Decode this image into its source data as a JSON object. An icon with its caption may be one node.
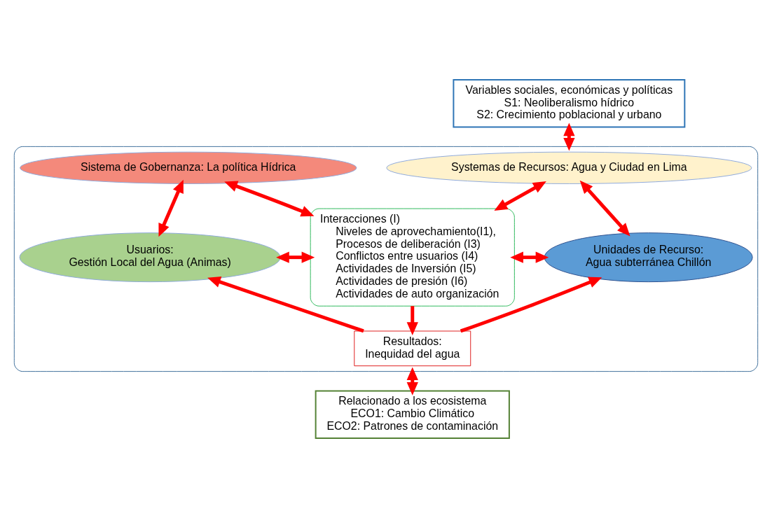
{
  "diagram": {
    "nodes": [
      {
        "text": [
          "Variables sociales, económicas y políticas",
          "S1: Neoliberalismo hídrico",
          "S2: Crecimiento poblacional y urbano"
        ]
      },
      {
        "text": [],
        "shape": "box"
      },
      {
        "text": [
          "Systemas de Recursos: Agua y Ciudad en Lima"
        ],
        "in": 1
      },
      {
        "text": [
          "Sistema de Gobernanza: La política Hídrica"
        ],
        "in": 1
      },
      {
        "text": [
          "Interacciones (I)",
          "Niveles de aprovechamiento(I1),",
          "Procesos de deliberación (I3)",
          "Conflictos entre usuarios (I4)",
          "Actividades de Inversión (I5)",
          "Actividades de presión (I6)",
          "Actividades de auto organización"
        ],
        "in": 1
      },
      {
        "text": [
          "Unidades de Recurso:",
          "Agua subterránea Chillón"
        ],
        "in": 1
      },
      {
        "text": [
          "Usuarios:",
          "Gestión Local del Agua (Animas)"
        ],
        "in": 1
      },
      {
        "text": [
          "Resultados:",
          "Inequidad del agua"
        ],
        "in": 1
      },
      {
        "text": [
          "Relacionado a los ecosistema",
          "ECO1: Cambio Climático",
          "ECO2: Patrones de contaminación"
        ]
      }
    ],
    "edges": [
      {
        "from": 0,
        "to": 1,
        "arrow": "both"
      },
      {
        "from": 2,
        "to": 5,
        "arrow": "both"
      },
      {
        "from": 2,
        "to": 4,
        "arrow": "both"
      },
      {
        "from": 4,
        "to": 3,
        "arrow": "both"
      },
      {
        "from": 3,
        "to": 6,
        "arrow": "both"
      },
      {
        "from": 5,
        "to": 4,
        "arrow": "both"
      },
      {
        "from": 4,
        "to": 6,
        "arrow": "both"
      },
      {
        "from": 4,
        "to": 7,
        "arrow": "to"
      },
      {
        "from": 7,
        "to": 5,
        "arrow": "to"
      },
      {
        "from": 7,
        "to": 6,
        "arrow": "to"
      },
      {
        "from": 1,
        "to": 8,
        "arrow": "both"
      }
    ]
  }
}
